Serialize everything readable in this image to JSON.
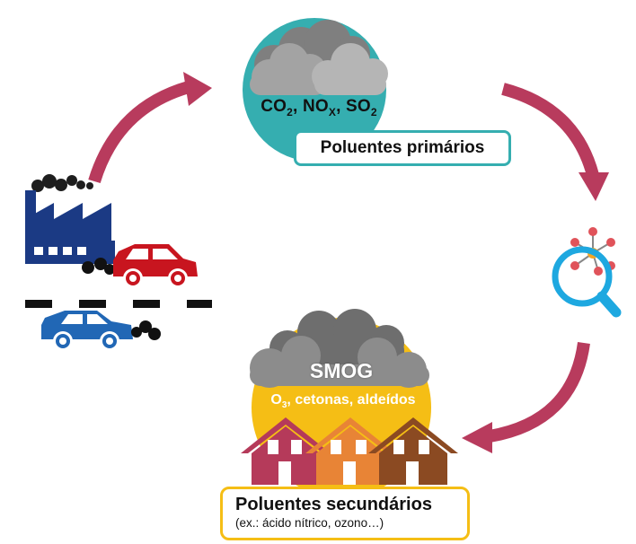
{
  "primary": {
    "formula": {
      "co": "CO",
      "co_sub": "2",
      "no": ", NO",
      "no_sub": "X",
      "so": ", SO",
      "so_sub": "2"
    },
    "label": "Poluentes primários"
  },
  "smog": {
    "title": "SMOG",
    "o": "O",
    "o_sub": "3",
    "rest": ", cetonas, aldeídos"
  },
  "secondary": {
    "label": "Poluentes secundários",
    "example": "(ex.: ácido nítrico, ozono…)"
  },
  "colors": {
    "arrow": "#b83b5d",
    "teal": "#35aeb0",
    "yellow": "#f5be15",
    "cloud": "#8f8f8f",
    "navy": "#1b3a84",
    "red_car": "#c8151f",
    "blue_car": "#2167b5",
    "magnifier": "#1ea8e0",
    "house1": "#b53a5a",
    "house2": "#e88436",
    "house3": "#8b4a22"
  },
  "icons": [
    "factory-icon",
    "car-icon",
    "cloud-icon",
    "magnifier-icon",
    "molecule-icon",
    "house-icon",
    "arrow-icon"
  ]
}
